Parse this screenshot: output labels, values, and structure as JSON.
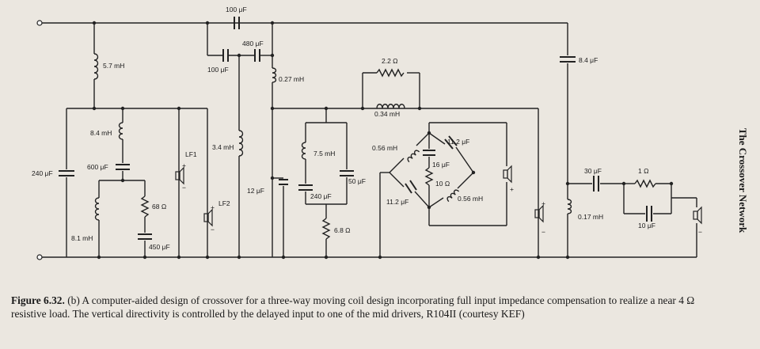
{
  "circuit": {
    "labels": {
      "c_top": "100 μF",
      "c_480": "480 μF",
      "c_100b": "100 μF",
      "l_57": "5.7 mH",
      "l_027": "0.27 mH",
      "r_22": "2.2 Ω",
      "l_034": "0.34 mH",
      "c_84": "8.4 μF",
      "l_84": "8.4 mH",
      "c_240a": "240 μF",
      "c_600": "600 μF",
      "r_68": "68 Ω",
      "l_81": "8.1 mH",
      "c_450": "450 μF",
      "lf1": "LF1",
      "lf2": "LF2",
      "l_34": "3.4 mH",
      "c_12": "12 μF",
      "l_75": "7.5 mH",
      "c_50": "50 μF",
      "c_240b": "240 μF",
      "r_68b": "6.8 Ω",
      "l_056a": "0.56 mH",
      "c_112a": "11.2 μF",
      "c_16": "16 μF",
      "r_10": "10 Ω",
      "l_056b": "0.56 mH",
      "c_112b": "11.2 μF",
      "c_30": "30 μF",
      "r_1": "1 Ω",
      "c_10": "10 μF",
      "l_017": "0.17 mH"
    }
  },
  "caption": {
    "figure_number": "Figure 6.32.",
    "text": "(b) A computer-aided design of crossover for a three-way moving coil design incorporating full input impedance compensation to realize a near 4 Ω resistive load. The vertical directivity is controlled by the delayed input to one of the mid drivers, R104II (courtesy KEF)"
  },
  "side_title": "The Crossover Network"
}
